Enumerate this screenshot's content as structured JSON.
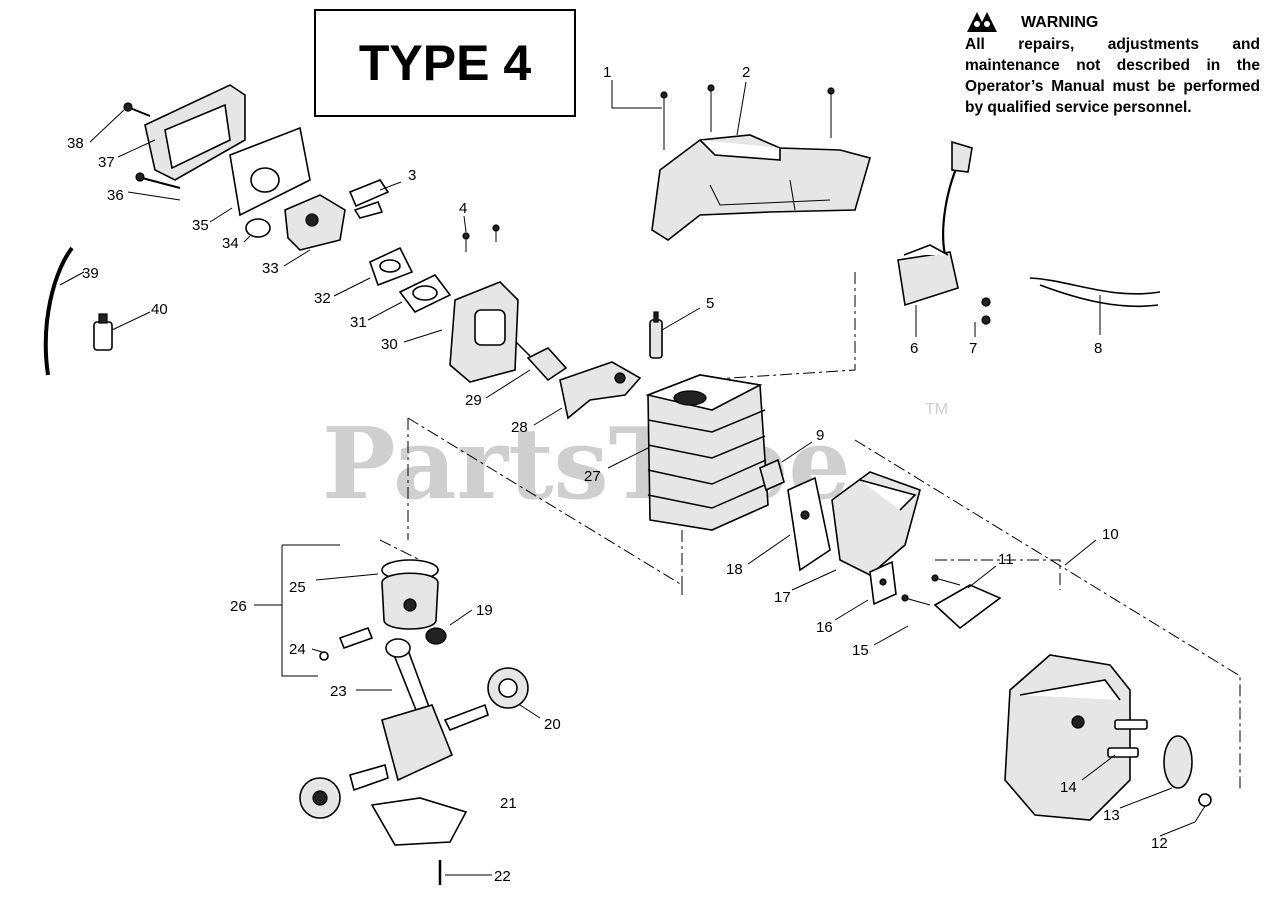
{
  "type_label": "TYPE 4",
  "warning": {
    "icon": "warning-triangle-icon",
    "title": "WARNING",
    "text": "All repairs, adjustments and maintenance not described in the Operator’s Manual must be performed by qualified service personnel."
  },
  "watermark": {
    "text": "PartsTree",
    "tm": "TM"
  },
  "callouts": [
    "1",
    "2",
    "3",
    "4",
    "5",
    "6",
    "7",
    "8",
    "9",
    "10",
    "11",
    "12",
    "13",
    "14",
    "15",
    "16",
    "17",
    "18",
    "19",
    "20",
    "21",
    "22",
    "23",
    "24",
    "25",
    "26",
    "27",
    "28",
    "29",
    "30",
    "31",
    "32",
    "33",
    "34",
    "35",
    "36",
    "37",
    "38",
    "39",
    "40"
  ]
}
